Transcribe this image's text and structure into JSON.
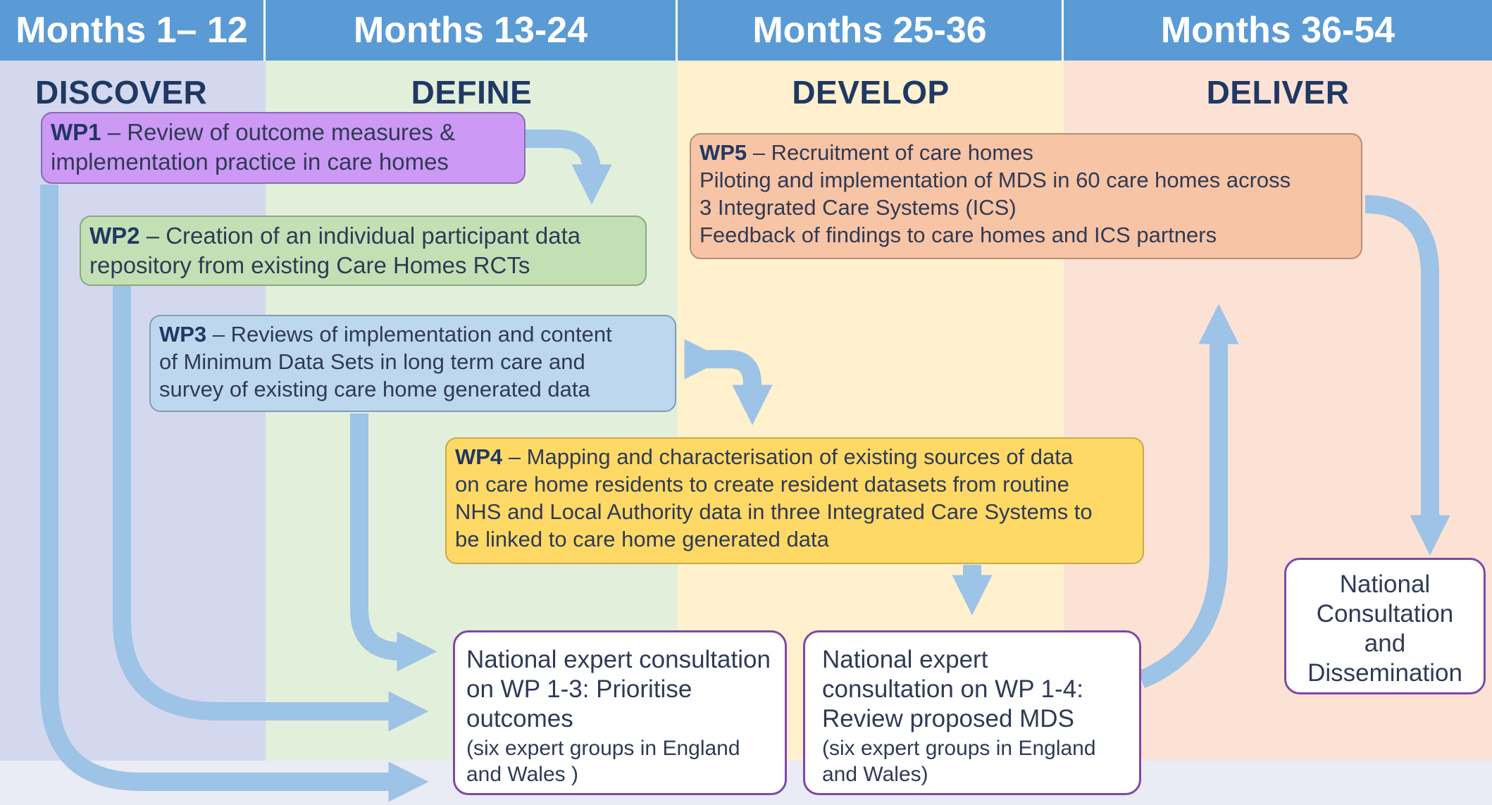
{
  "colors": {
    "header": "#5b9bd5",
    "discover_bg": "#d4d8ee",
    "define_bg": "#e2efdb",
    "develop_bg": "#fff1cd",
    "deliver_bg": "#fbe2d5",
    "arrow_fill": "#9dc3e6",
    "output_border": "#7e48a6"
  },
  "columns": [
    {
      "months": "Months 1– 12",
      "phase": "DISCOVER"
    },
    {
      "months": "Months 13-24",
      "phase": "DEFINE"
    },
    {
      "months": "Months 25-36",
      "phase": "DEVELOP"
    },
    {
      "months": "Months 36-54",
      "phase": "DELIVER"
    }
  ],
  "work_packages": [
    {
      "id": "WP1",
      "lines": [
        "– Review of outcome measures &",
        "implementation practice in care homes"
      ]
    },
    {
      "id": "WP2",
      "lines": [
        "– Creation of an individual participant data",
        "repository from existing Care Homes RCTs"
      ]
    },
    {
      "id": "WP3",
      "lines": [
        "– Reviews of implementation  and content",
        "of Minimum Data Sets in long term care and",
        "survey of existing care home generated data"
      ]
    },
    {
      "id": "WP4",
      "lines": [
        "– Mapping and characterisation of existing sources of data",
        "on care home residents to create resident datasets from routine",
        "NHS and Local Authority data  in three Integrated Care Systems to",
        "be linked to care home generated data"
      ]
    },
    {
      "id": "WP5",
      "lines": [
        "– Recruitment of care homes",
        "Piloting and implementation of MDS in 60 care homes across",
        "3 Integrated Care Systems (ICS)",
        "Feedback of findings to care homes and ICS partners"
      ]
    }
  ],
  "outputs": {
    "consult1": {
      "lines": [
        "National expert consultation",
        "on  WP 1-3: Prioritise",
        "outcomes"
      ],
      "note": [
        "(six expert groups in England",
        "and Wales )"
      ]
    },
    "consult2": {
      "lines": [
        "National expert",
        "consultation on WP 1-4:",
        "Review proposed MDS"
      ],
      "note": [
        "(six expert groups in England",
        "and Wales)"
      ]
    },
    "final": {
      "lines": [
        "National",
        "Consultation",
        "and",
        "Dissemination"
      ]
    }
  }
}
